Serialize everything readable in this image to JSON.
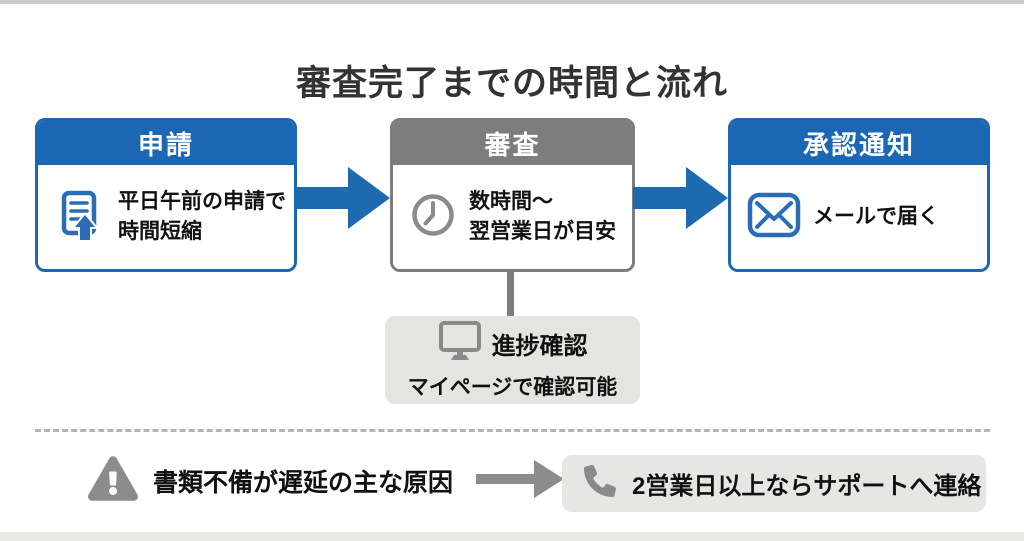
{
  "title": "審査完了までの時間と流れ",
  "flow": {
    "steps": [
      {
        "header": "申請",
        "line1": "平日午前の申請で",
        "line2": "時間短縮",
        "icon": "document-upload-icon",
        "accent_color": "#1b67b3"
      },
      {
        "header": "審査",
        "line1": "数時間〜",
        "line2": "翌営業日が目安",
        "icon": "clock-icon",
        "accent_color": "#7d7d7d"
      },
      {
        "header": "承認通知",
        "line1": "メールで届く",
        "line2": "",
        "icon": "mail-icon",
        "accent_color": "#1b67b3"
      }
    ],
    "arrow_color": "#1e6ab1"
  },
  "progress": {
    "title": "進捗確認",
    "subtitle": "マイページで確認可能",
    "icon": "monitor-icon",
    "background": "#e4e4e1"
  },
  "footer": {
    "warning_text": "書類不備が遅延の主な原因",
    "warning_icon": "warning-triangle-icon",
    "support_text": "2営業日以上ならサポートへ連絡",
    "support_icon": "phone-icon",
    "icon_color": "#8c8c8c"
  },
  "colors": {
    "accent_blue": "#1b67b3",
    "neutral_gray": "#7d7d7d",
    "icon_gray": "#8a8a8a",
    "panel_gray": "#e4e4e1",
    "dash_gray": "#b3b3b3",
    "text_dark": "#111111"
  }
}
